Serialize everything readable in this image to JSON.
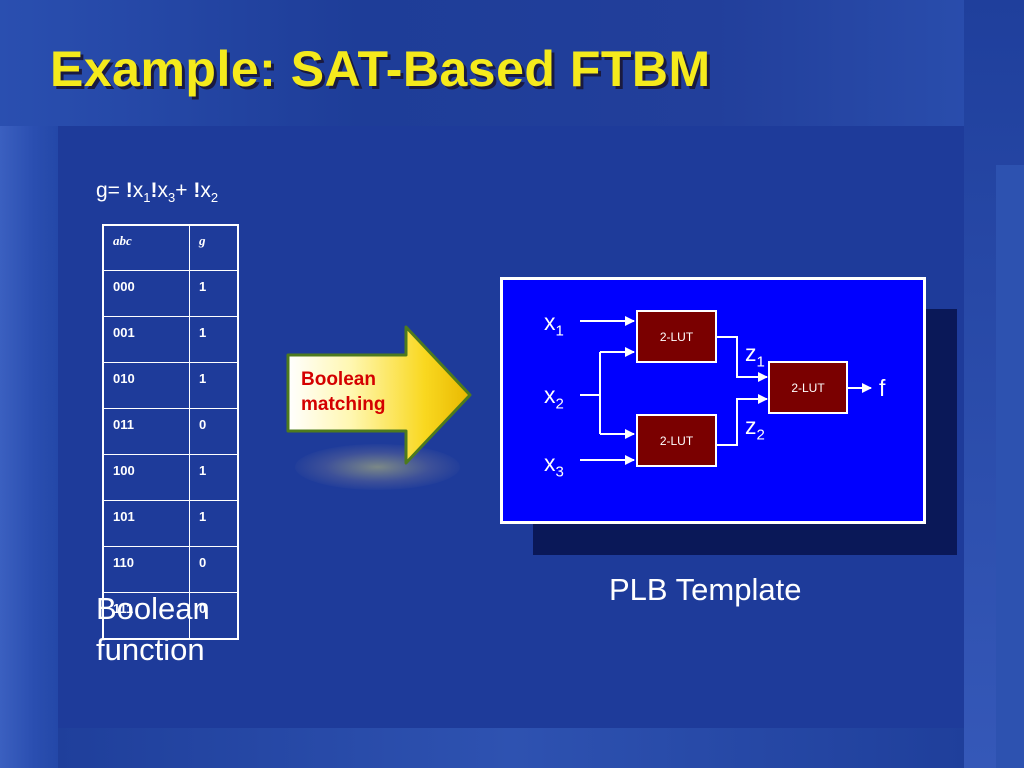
{
  "slide": {
    "title": "Example: SAT-Based FTBM"
  },
  "formula": {
    "lhs": "g= ",
    "bang": "!",
    "var": "x",
    "sub1": "1",
    "sub3": "3",
    "sub2": "2",
    "plus": "+ "
  },
  "truth_table": {
    "headers": [
      "abc",
      "g"
    ],
    "rows": [
      [
        "000",
        "1"
      ],
      [
        "001",
        "1"
      ],
      [
        "010",
        "1"
      ],
      [
        "011",
        "0"
      ],
      [
        "100",
        "1"
      ],
      [
        "101",
        "1"
      ],
      [
        "110",
        "0"
      ],
      [
        "111",
        "0"
      ]
    ]
  },
  "captions": {
    "boolean_function": [
      "Boolean",
      "function"
    ],
    "plb_template": "PLB Template"
  },
  "arrow": {
    "label": [
      "Boolean",
      "matching"
    ]
  },
  "plb": {
    "lut_label": "2-LUT",
    "signals": {
      "x": "x",
      "z": "z",
      "f": "f",
      "i1": "1",
      "i2": "2",
      "i3": "3"
    }
  },
  "colors": {
    "title": "#f5ea1c",
    "plb_fill": "#0000ff",
    "lut_fill": "#7a0000",
    "arrow_fill": "#f9d820",
    "arrow_text": "#d40000"
  }
}
